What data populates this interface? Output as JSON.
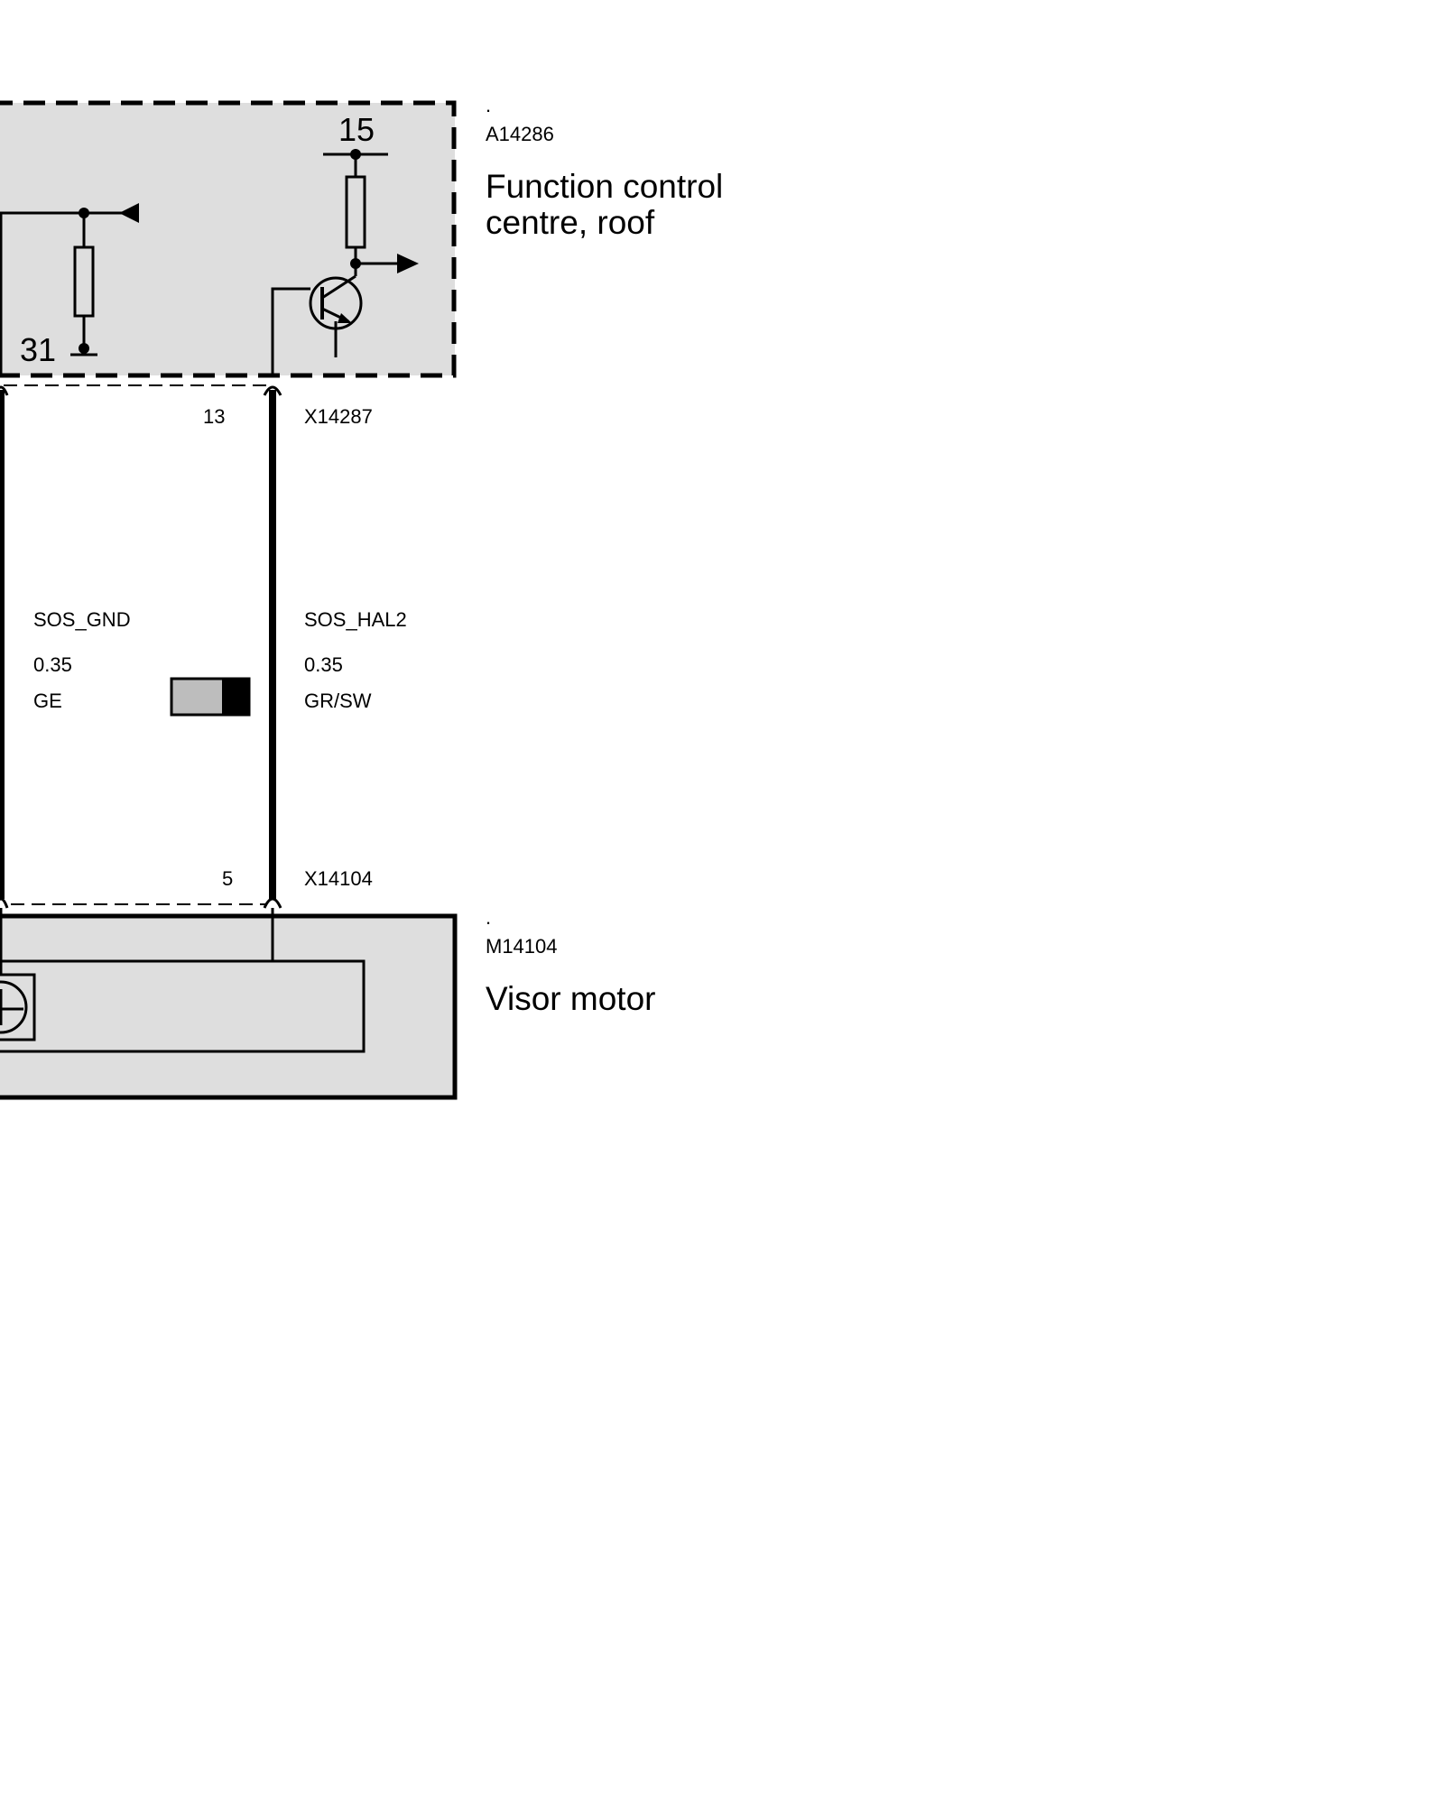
{
  "colors": {
    "box_fill": "#dedede",
    "line": "#000000",
    "wire_swatch_primary": "#bdbdbd",
    "wire_swatch_stripe": "#000000"
  },
  "control_unit": {
    "dot": ".",
    "code": "A14286",
    "name_line1": "Function control",
    "name_line2": "centre, roof",
    "terminal_supply": "15",
    "terminal_ground": "31"
  },
  "connectors": {
    "upper": {
      "id": "X14287",
      "pin": "13"
    },
    "lower": {
      "id": "X14104",
      "pin": "5"
    }
  },
  "wires": [
    {
      "signal": "SOS_GND",
      "size": "0.35",
      "color_code": "GE"
    },
    {
      "signal": "SOS_HAL2",
      "size": "0.35",
      "color_code": "GR/SW"
    }
  ],
  "motor": {
    "dot": ".",
    "code": "M14104",
    "name": "Visor motor"
  }
}
